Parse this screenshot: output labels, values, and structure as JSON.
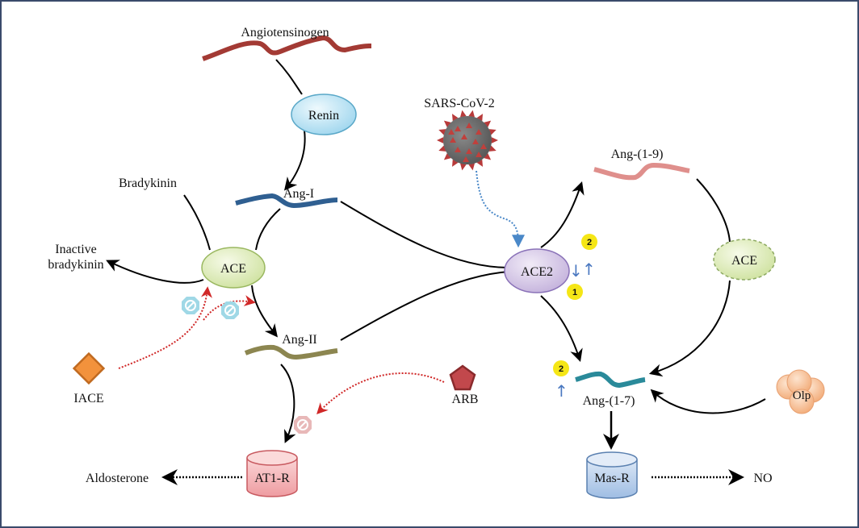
{
  "diagram": {
    "title": "Renin-angiotensin system and SARS-CoV-2 / ACE2 pathway",
    "colors": {
      "angiotensinogen": "#a33a34",
      "ang_i": "#2f5f91",
      "ang_ii": "#8c8650",
      "ang_1_9": "#df8f8c",
      "ang_1_7": "#2a8a9a",
      "renin": "#bfe6f5",
      "ace": "#e0edbf",
      "ace2": "#d9cde8",
      "at1r": "#f2a8ac",
      "masr": "#aec8e8",
      "olp": "#f7c29a",
      "iace": "#e88a3c",
      "arb": "#b8484a",
      "inhibit_red": "#d02828",
      "virus_arrow": "#4a88c8",
      "badge": "#f5e616",
      "updown_arrow": "#4a78c0"
    },
    "nodes": {
      "angiotensinogen": "Angiotensinogen",
      "renin": "Renin",
      "bradykinin": "Bradykinin",
      "inactive_bradykinin_line1": "Inactive",
      "inactive_bradykinin_line2": "bradykinin",
      "ace_left": "ACE",
      "ang_i": "Ang-I",
      "ang_ii": "Ang-II",
      "iace": "IACE",
      "arb": "ARB",
      "at1r": "AT1-R",
      "aldosterone": "Aldosterone",
      "sars_cov_2": "SARS-CoV-2",
      "ace2": "ACE2",
      "ang_1_9": "Ang-(1-9)",
      "ace_right": "ACE",
      "ang_1_7": "Ang-(1-7)",
      "olp": "Olp",
      "mas_r": "Mas-R",
      "no": "NO"
    },
    "badges": {
      "ace2_upper": "2",
      "ace2_lower": "1",
      "ang17": "2"
    },
    "arrows_text": {
      "down": "↓",
      "up": "↑"
    },
    "icons": {
      "inhibit": "prohibition-octagon-icon",
      "virus": "coronavirus-icon",
      "drug_iace": "diamond-icon",
      "drug_arb": "pentagon-icon",
      "receptor": "cylinder-icon"
    }
  }
}
